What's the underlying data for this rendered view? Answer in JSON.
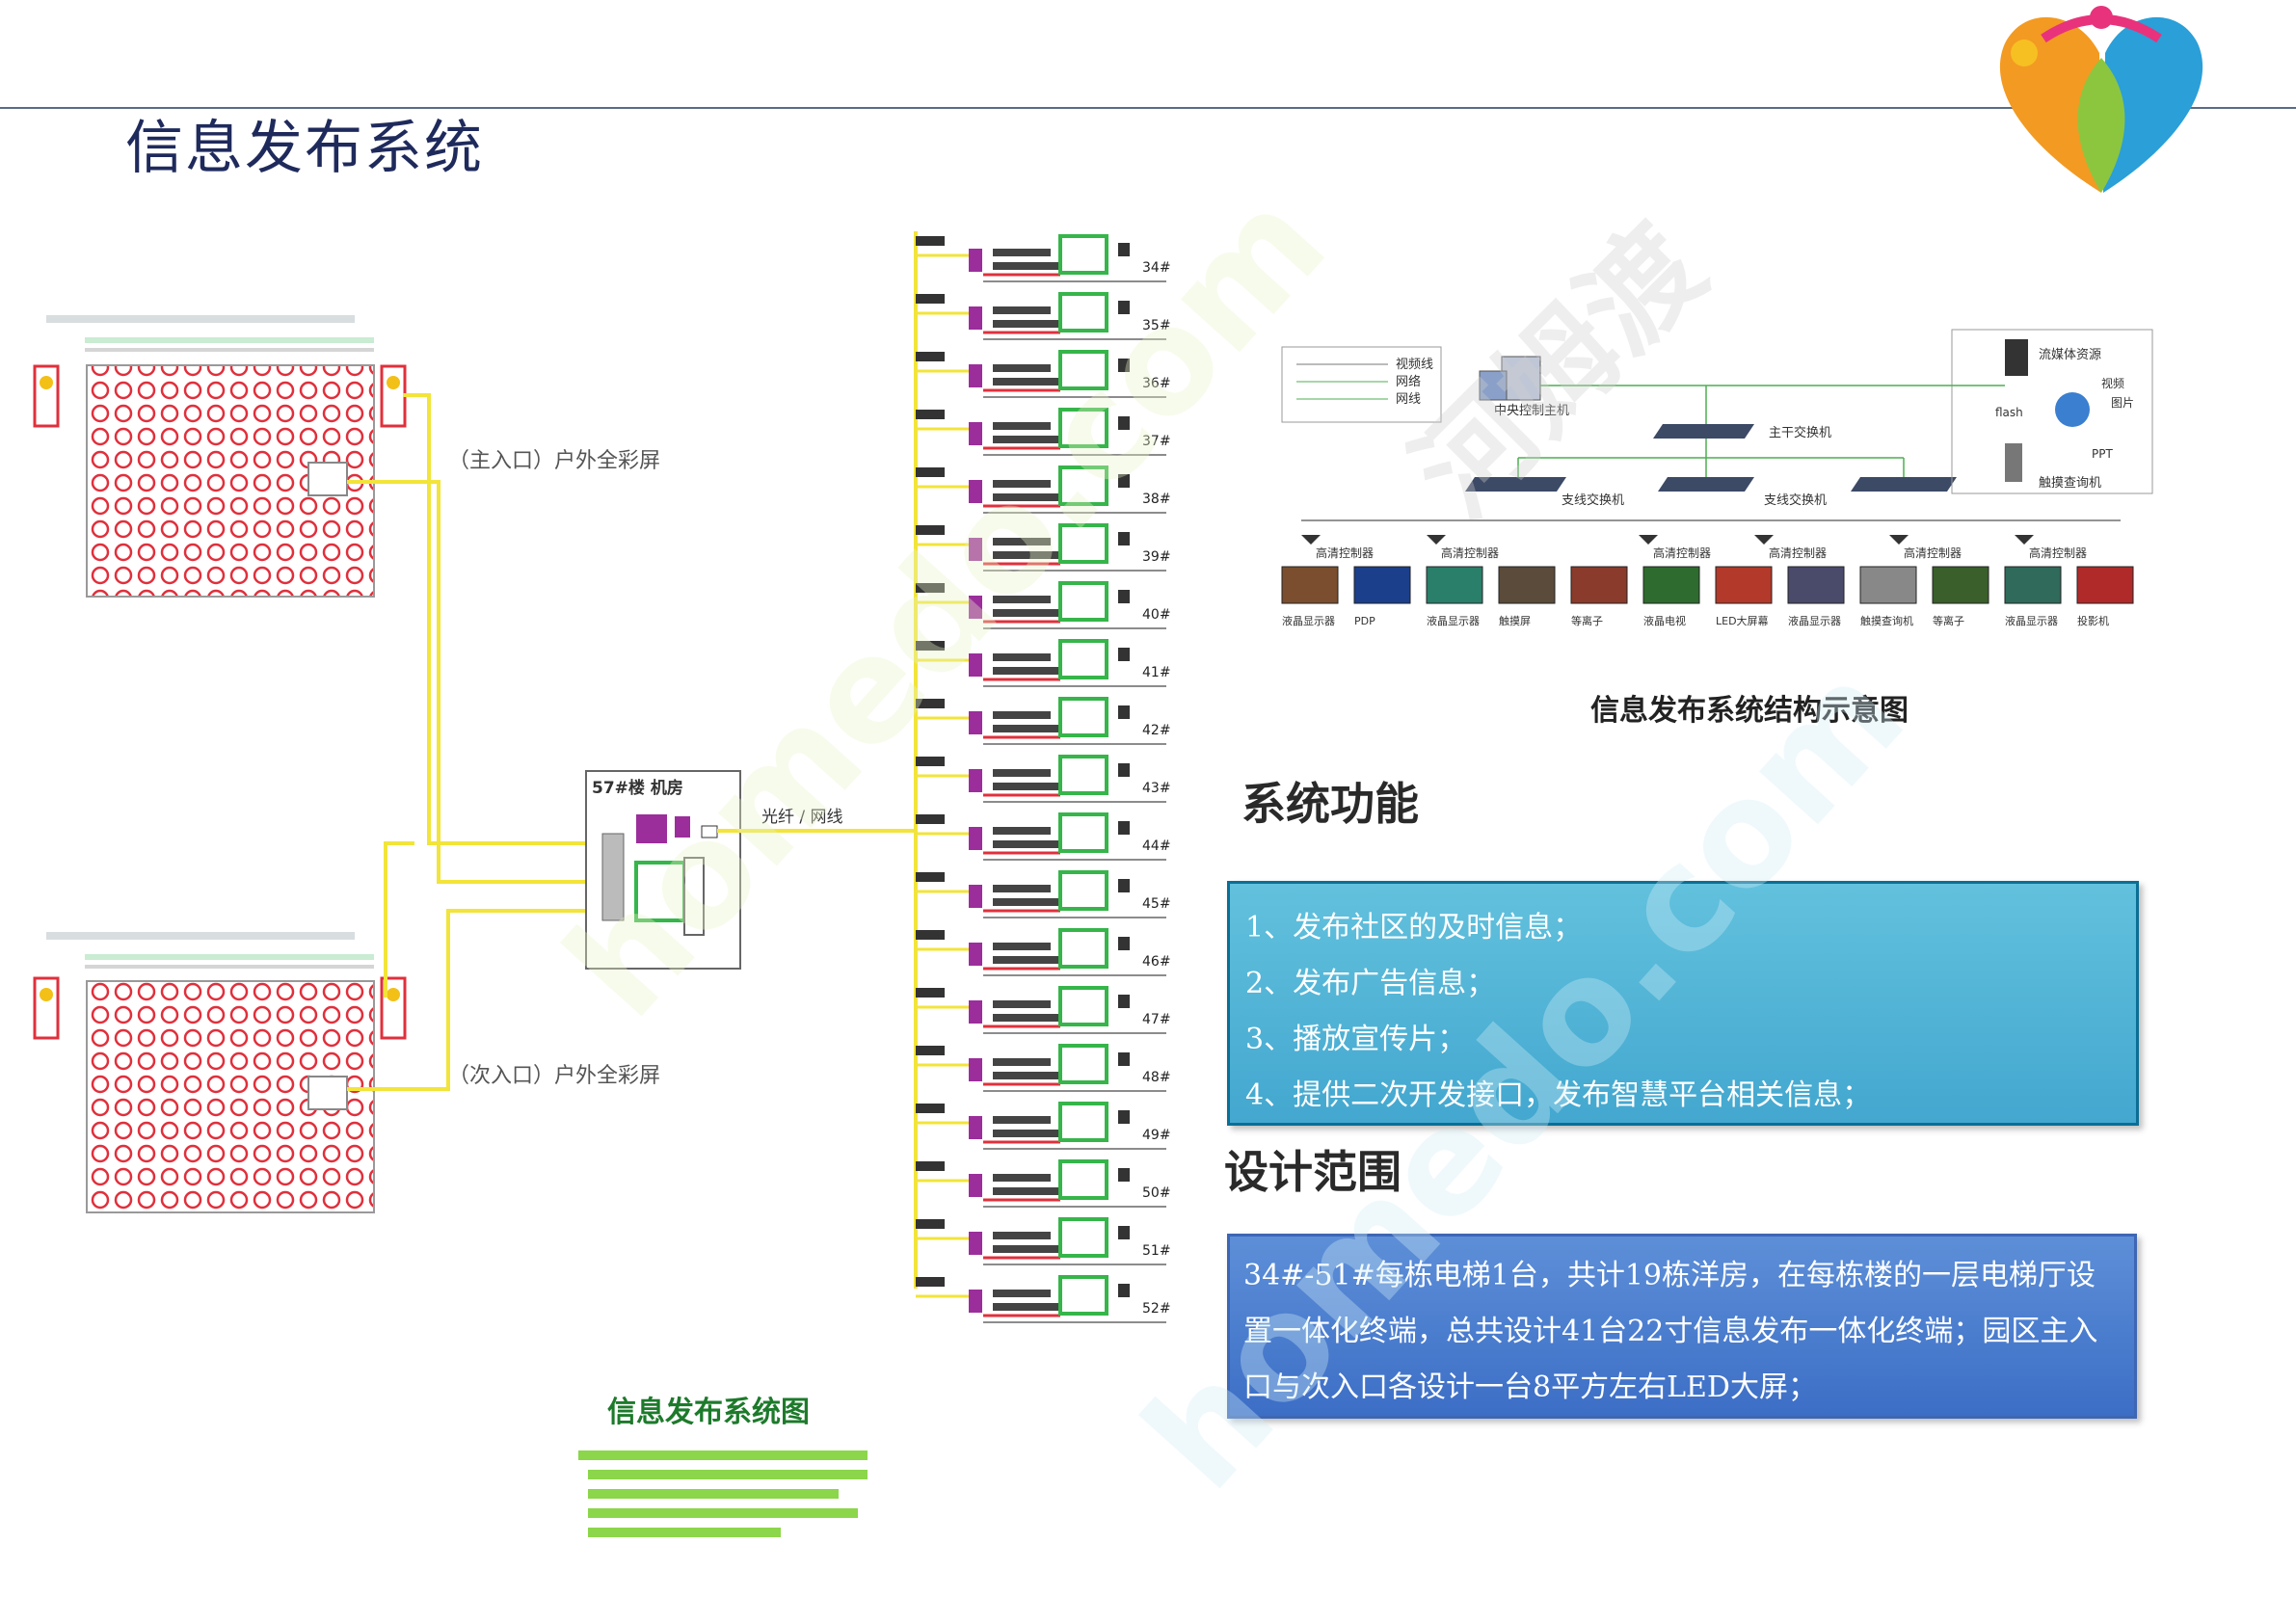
{
  "header": {
    "title": "信息发布系统"
  },
  "watermark": {
    "site": "homedo.com",
    "brand": "河姆渡"
  },
  "left_diagram": {
    "entrance_labels": [
      "（主入口）户外全彩屏",
      "（次入口）户外全彩屏"
    ],
    "center_box_label": "57#楼 机房",
    "trunk_label": "光纤 / 网线",
    "branch_labels": [
      "34#",
      "35#",
      "36#",
      "37#",
      "38#",
      "39#",
      "40#",
      "41#",
      "42#",
      "43#",
      "44#",
      "45#",
      "46#",
      "47#",
      "48#",
      "49#",
      "50#",
      "51#",
      "52#"
    ],
    "footer_title": "信息发布系统图"
  },
  "architecture": {
    "legend": [
      "视频线",
      "网络",
      "网线"
    ],
    "nodes": {
      "main_host": "中央控制主机",
      "main_switch": "主干交换机",
      "branch_switch_1": "支线交换机",
      "branch_switch_2": "支线交换机",
      "streaming": "流媒体资源",
      "video": "视频",
      "image": "图片",
      "flash": "flash",
      "ppt": "PPT",
      "kiosk_top": "触摸查询机"
    },
    "controller_label": "高清控制器",
    "terminals": [
      "液晶显示器",
      "PDP",
      "液晶显示器",
      "触摸屏",
      "等离子",
      "液晶电视",
      "LED大屏幕",
      "液晶显示器",
      "触摸查询机",
      "等离子",
      "液晶显示器",
      "投影机"
    ],
    "caption": "信息发布系统结构示意图"
  },
  "functions": {
    "heading": "系统功能",
    "items": [
      "1、发布社区的及时信息；",
      "2、发布广告信息；",
      "3、播放宣传片；",
      "4、提供二次开发接口，发布智慧平台相关信息；"
    ]
  },
  "scope": {
    "heading": "设计范围",
    "text": "34#-51#每栋电梯1台，共计19栋洋房，在每栋楼的一层电梯厅设置一体化终端，总共设计41台22寸信息发布一体化终端；园区主入口与次入口各设计一台8平方左右LED大屏；"
  },
  "colors": {
    "title": "#1f2a5c",
    "func_box": "#4fb3d6",
    "scope_box": "#4a7fd0",
    "led_red": "#e0303c",
    "wire_yellow": "#f2e43a",
    "terminal_green": "#36b54a"
  }
}
